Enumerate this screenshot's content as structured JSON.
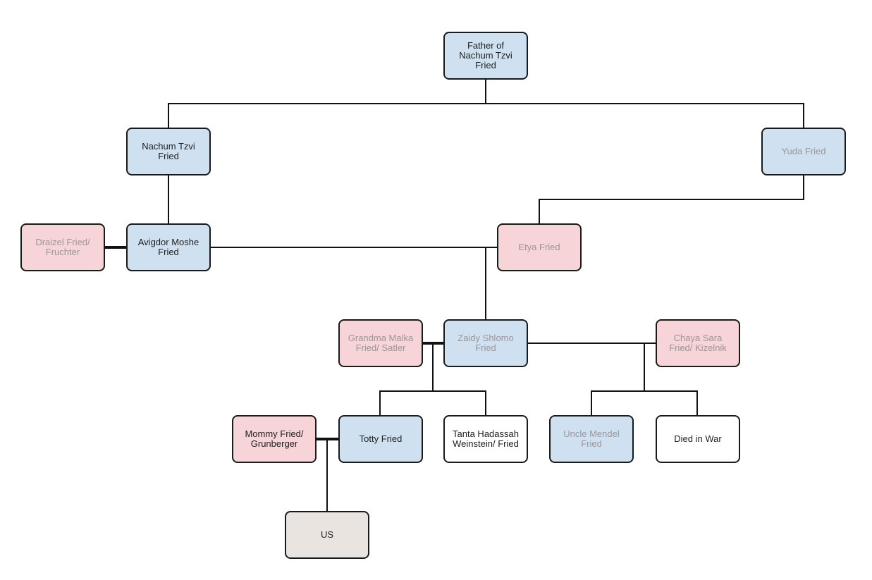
{
  "tree": {
    "nodes": {
      "father_of_nachum": {
        "label": "Father of\nNachum Tzvi\nFried",
        "fill": "#cfe1f1",
        "text_tone": "dark"
      },
      "nachum_tzvi": {
        "label": "Nachum Tzvi\nFried",
        "fill": "#cfe1f1",
        "text_tone": "dark"
      },
      "yuda": {
        "label": "Yuda Fried",
        "fill": "#cfe1f1",
        "text_tone": "faded"
      },
      "draizel": {
        "label": "Draizel Fried/\nFruchter",
        "fill": "#f7d4d8",
        "text_tone": "faded"
      },
      "avigdor": {
        "label": "Avigdor Moshe\nFried",
        "fill": "#cfe1f1",
        "text_tone": "dark"
      },
      "etya": {
        "label": "Etya Fried",
        "fill": "#f7d4d8",
        "text_tone": "faded"
      },
      "malka": {
        "label": "Grandma Malka\nFried/ Satler",
        "fill": "#f7d4d8",
        "text_tone": "faded"
      },
      "shlomo": {
        "label": "Zaidy Shlomo\nFried",
        "fill": "#cfe1f1",
        "text_tone": "faded"
      },
      "chaya": {
        "label": "Chaya Sara\nFried/ Kizelnik",
        "fill": "#f7d4d8",
        "text_tone": "faded"
      },
      "mommy": {
        "label": "Mommy Fried/\nGrunberger",
        "fill": "#f7d4d8",
        "text_tone": "dark"
      },
      "totty": {
        "label": "Totty Fried",
        "fill": "#cfe1f1",
        "text_tone": "dark"
      },
      "hadassah": {
        "label": "Tanta Hadassah\nWeinstein/ Fried",
        "fill": "#ffffff",
        "text_tone": "dark"
      },
      "mendel": {
        "label": "Uncle Mendel\nFried",
        "fill": "#cfe1f1",
        "text_tone": "faded"
      },
      "died": {
        "label": "Died in War",
        "fill": "#ffffff",
        "text_tone": "dark"
      },
      "us": {
        "label": "US",
        "fill": "#eae4e0",
        "text_tone": "dark"
      }
    },
    "colors": {
      "male_fill": "#cfe1f1",
      "female_fill": "#f7d4d8",
      "unknown_fill": "#ffffff",
      "us_fill": "#eae4e0",
      "border": "#1a1a1a",
      "text_dark": "#1e1e1e",
      "text_faded": "#9b9597"
    }
  }
}
